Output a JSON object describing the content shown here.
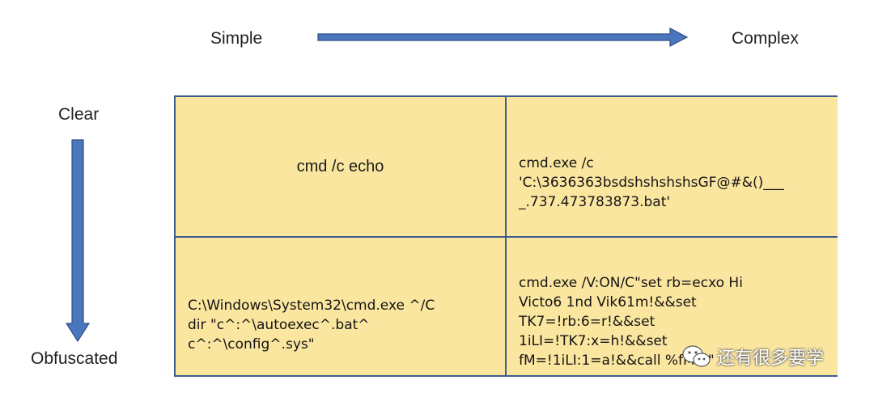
{
  "axes": {
    "horizontal_start": "Simple",
    "horizontal_end": "Complex",
    "vertical_start": "Clear",
    "vertical_end": "Obfuscated"
  },
  "cells": {
    "top_left": "cmd /c echo",
    "top_right": "cmd.exe /c\n'C:\\3636363bsdshshshshsGF@#&()___\n_.737.473783873.bat'",
    "bottom_left": "C:\\Windows\\System32\\cmd.exe ^/C\ndir \"c^:^\\autoexec^.bat^\nc^:^\\config^.sys\"",
    "bottom_right": "cmd.exe /V:ON/C\"set rb=ecxo Hi\nVicto6 1nd Vik61m!&&set\nTK7=!rb:6=r!&&set\n1iLI=!TK7:x=h!&&set\nfM=!1iLI:1=a!&&call %fM%\""
  },
  "watermark": {
    "text": "还有很多要学",
    "icon": "wechat-icon"
  },
  "colors": {
    "arrow": "#4a76bd",
    "arrow_outline": "#2f4f84",
    "cell_fill": "#fbe6a0",
    "grid_lines": "#3d5d8f"
  }
}
